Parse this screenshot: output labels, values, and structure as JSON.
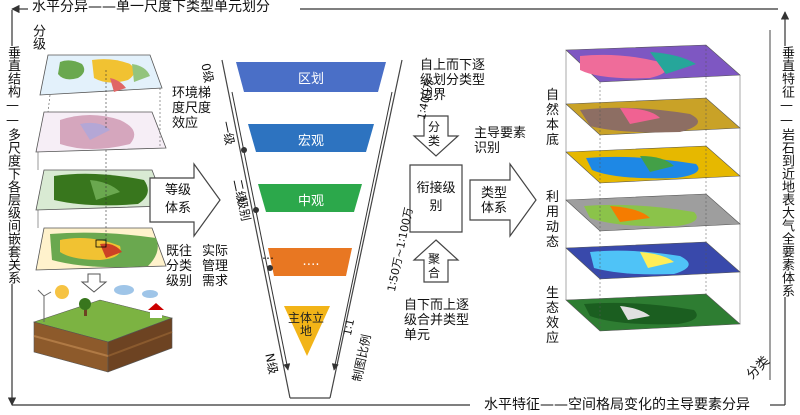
{
  "top_banner": "水平分异——单一尺度下类型单元划分",
  "bottom_banner": "水平特征——空间格局变化的主导要素分异",
  "left_banner": "垂直结构——多尺度下各层级间嵌套关系",
  "right_banner": "垂直特征——岩石到近地表大气全要素体系",
  "left_panel": {
    "label": "分级"
  },
  "mid_left": {
    "env_label": "环境梯度尺度效应",
    "arrow_label": "等级体系",
    "label_a": "既往分类级别",
    "label_b": "实际管理需求"
  },
  "funnel": {
    "tiers": [
      "区划",
      "宏观",
      "中观",
      "….",
      "主体立地"
    ],
    "left_labels": {
      "top": "0级",
      "first": "一级",
      "second": "二级",
      "dots": "…",
      "n": "N级",
      "axis": "级别"
    },
    "right_labels": {
      "top": "1∶400万",
      "mid": "1∶50万~1∶100万",
      "bottom": "1∶1",
      "axis": "制图比例"
    }
  },
  "middle": {
    "top_text": "自上而下逐级划分类型边界",
    "split_label": "分类",
    "center_label": "衔接级别",
    "merge_label": "聚合",
    "bottom_text": "自下而上逐级合并类型单元"
  },
  "right_mid": {
    "top_text": "主导要素识别",
    "arrow_label": "类型体系"
  },
  "right_panel": {
    "labels": [
      "自然本底",
      "利用动态",
      "生态效应"
    ],
    "bottom_label": "分类"
  },
  "colors": {
    "tier1": "#4a6fc7",
    "tier2": "#2d73c0",
    "tier3": "#2ca84b",
    "tier4": "#e87722",
    "tier5": "#f2b418",
    "banner": "#333333"
  }
}
